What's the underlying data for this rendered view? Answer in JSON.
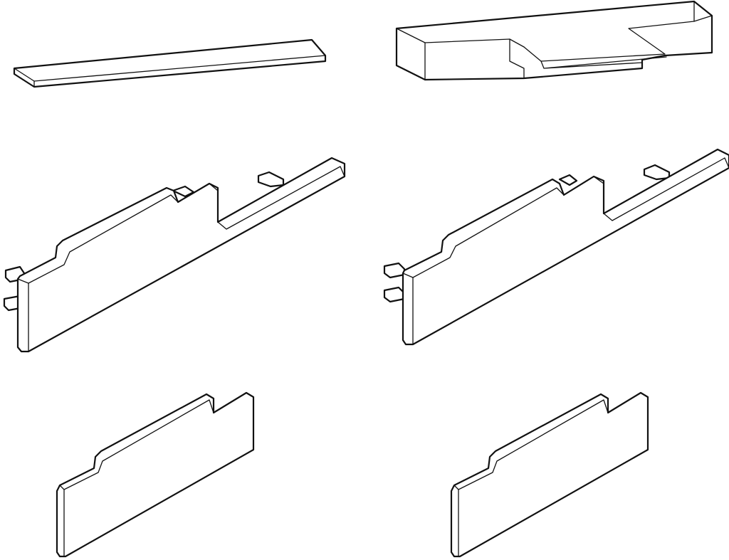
{
  "diagram": {
    "background": "#ffffff",
    "line_color": "#111111",
    "parts": [
      {
        "name": "flat-strip",
        "description_visible": false
      },
      {
        "name": "profile-block-with-step-recess",
        "description_visible": false
      },
      {
        "name": "end-cap-with-pins-left",
        "description_visible": false
      },
      {
        "name": "end-cap-with-pins-right",
        "description_visible": false
      },
      {
        "name": "end-plate-left",
        "description_visible": false
      },
      {
        "name": "end-plate-right",
        "description_visible": false
      }
    ]
  }
}
